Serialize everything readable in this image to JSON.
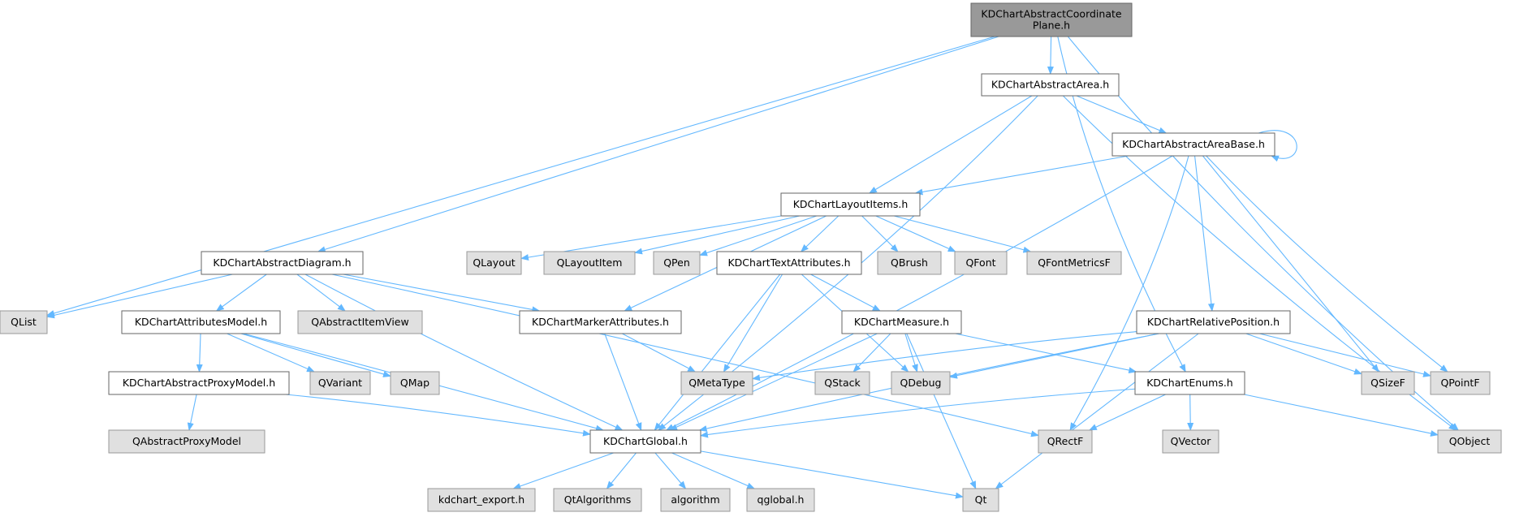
{
  "colors": {
    "edge": "#63b8ff",
    "root_fill": "#999999",
    "local_fill": "#ffffff",
    "external_fill": "#e0e0e0",
    "border": "#666666"
  },
  "nodes": {
    "root": {
      "lines": [
        "KDChartAbstractCoordinate",
        "Plane.h"
      ],
      "kind": "root"
    },
    "area": {
      "lines": [
        "KDChartAbstractArea.h"
      ],
      "kind": "local"
    },
    "areabase": {
      "lines": [
        "KDChartAbstractAreaBase.h"
      ],
      "kind": "local"
    },
    "layoutitems": {
      "lines": [
        "KDChartLayoutItems.h"
      ],
      "kind": "local"
    },
    "diagram": {
      "lines": [
        "KDChartAbstractDiagram.h"
      ],
      "kind": "local"
    },
    "attrmodel": {
      "lines": [
        "KDChartAttributesModel.h"
      ],
      "kind": "local"
    },
    "proxymodel": {
      "lines": [
        "KDChartAbstractProxyModel.h"
      ],
      "kind": "local"
    },
    "marker": {
      "lines": [
        "KDChartMarkerAttributes.h"
      ],
      "kind": "local"
    },
    "textattr": {
      "lines": [
        "KDChartTextAttributes.h"
      ],
      "kind": "local"
    },
    "measure": {
      "lines": [
        "KDChartMeasure.h"
      ],
      "kind": "local"
    },
    "relpos": {
      "lines": [
        "KDChartRelativePosition.h"
      ],
      "kind": "local"
    },
    "enums": {
      "lines": [
        "KDChartEnums.h"
      ],
      "kind": "local"
    },
    "global": {
      "lines": [
        "KDChartGlobal.h"
      ],
      "kind": "local"
    },
    "qlist": {
      "lines": [
        "QList"
      ],
      "kind": "ext"
    },
    "qabstractitemview": {
      "lines": [
        "QAbstractItemView"
      ],
      "kind": "ext"
    },
    "qlayout": {
      "lines": [
        "QLayout"
      ],
      "kind": "ext"
    },
    "qlayoutitem": {
      "lines": [
        "QLayoutItem"
      ],
      "kind": "ext"
    },
    "qpen": {
      "lines": [
        "QPen"
      ],
      "kind": "ext"
    },
    "qbrush": {
      "lines": [
        "QBrush"
      ],
      "kind": "ext"
    },
    "qfont": {
      "lines": [
        "QFont"
      ],
      "kind": "ext"
    },
    "qfontmetricsf": {
      "lines": [
        "QFontMetricsF"
      ],
      "kind": "ext"
    },
    "qvariant": {
      "lines": [
        "QVariant"
      ],
      "kind": "ext"
    },
    "qmap": {
      "lines": [
        "QMap"
      ],
      "kind": "ext"
    },
    "qmetatype": {
      "lines": [
        "QMetaType"
      ],
      "kind": "ext"
    },
    "qstack": {
      "lines": [
        "QStack"
      ],
      "kind": "ext"
    },
    "qdebug": {
      "lines": [
        "QDebug"
      ],
      "kind": "ext"
    },
    "qsizef": {
      "lines": [
        "QSizeF"
      ],
      "kind": "ext"
    },
    "qpointf": {
      "lines": [
        "QPointF"
      ],
      "kind": "ext"
    },
    "qabstractproxymodel": {
      "lines": [
        "QAbstractProxyModel"
      ],
      "kind": "ext"
    },
    "qrectf": {
      "lines": [
        "QRectF"
      ],
      "kind": "ext"
    },
    "qvector": {
      "lines": [
        "QVector"
      ],
      "kind": "ext"
    },
    "qobject": {
      "lines": [
        "QObject"
      ],
      "kind": "ext"
    },
    "kdchartexport": {
      "lines": [
        "kdchart_export.h"
      ],
      "kind": "ext"
    },
    "qtalgorithms": {
      "lines": [
        "QtAlgorithms"
      ],
      "kind": "ext"
    },
    "algorithm": {
      "lines": [
        "algorithm"
      ],
      "kind": "ext"
    },
    "qglobal": {
      "lines": [
        "qglobal.h"
      ],
      "kind": "ext"
    },
    "qt": {
      "lines": [
        "Qt"
      ],
      "kind": "ext"
    }
  },
  "edges": [
    [
      "root",
      "area"
    ],
    [
      "root",
      "diagram"
    ],
    [
      "root",
      "qlist"
    ],
    [
      "root",
      "enums"
    ],
    [
      "root",
      "qobject"
    ],
    [
      "area",
      "areabase"
    ],
    [
      "area",
      "layoutitems"
    ],
    [
      "area",
      "global"
    ],
    [
      "area",
      "qobject"
    ],
    [
      "areabase",
      "areabase"
    ],
    [
      "areabase",
      "layoutitems"
    ],
    [
      "areabase",
      "relpos"
    ],
    [
      "areabase",
      "global"
    ],
    [
      "areabase",
      "qrectf"
    ],
    [
      "areabase",
      "qsizef"
    ],
    [
      "areabase",
      "qpointf"
    ],
    [
      "layoutitems",
      "marker"
    ],
    [
      "layoutitems",
      "textattr"
    ],
    [
      "layoutitems",
      "qlayout"
    ],
    [
      "layoutitems",
      "qlayoutitem"
    ],
    [
      "layoutitems",
      "qpen"
    ],
    [
      "layoutitems",
      "qbrush"
    ],
    [
      "layoutitems",
      "qfont"
    ],
    [
      "layoutitems",
      "qfontmetricsf"
    ],
    [
      "diagram",
      "qlist"
    ],
    [
      "diagram",
      "attrmodel"
    ],
    [
      "diagram",
      "qabstractitemview"
    ],
    [
      "diagram",
      "marker"
    ],
    [
      "diagram",
      "global"
    ],
    [
      "diagram",
      "qrectf"
    ],
    [
      "attrmodel",
      "proxymodel"
    ],
    [
      "attrmodel",
      "qvariant"
    ],
    [
      "attrmodel",
      "qmap"
    ],
    [
      "attrmodel",
      "global"
    ],
    [
      "proxymodel",
      "qabstractproxymodel"
    ],
    [
      "proxymodel",
      "global"
    ],
    [
      "marker",
      "qmetatype"
    ],
    [
      "marker",
      "global"
    ],
    [
      "textattr",
      "measure"
    ],
    [
      "textattr",
      "qmetatype"
    ],
    [
      "textattr",
      "qdebug"
    ],
    [
      "textattr",
      "global"
    ],
    [
      "measure",
      "enums"
    ],
    [
      "measure",
      "qstack"
    ],
    [
      "measure",
      "qdebug"
    ],
    [
      "measure",
      "global"
    ],
    [
      "measure",
      "qt"
    ],
    [
      "relpos",
      "qmetatype"
    ],
    [
      "relpos",
      "qdebug"
    ],
    [
      "relpos",
      "qsizef"
    ],
    [
      "relpos",
      "qpointf"
    ],
    [
      "relpos",
      "global"
    ],
    [
      "relpos",
      "qt"
    ],
    [
      "enums",
      "global"
    ],
    [
      "enums",
      "qrectf"
    ],
    [
      "enums",
      "qvector"
    ],
    [
      "enums",
      "qobject"
    ],
    [
      "global",
      "kdchartexport"
    ],
    [
      "global",
      "qtalgorithms"
    ],
    [
      "global",
      "algorithm"
    ],
    [
      "global",
      "qglobal"
    ],
    [
      "global",
      "qt"
    ]
  ]
}
